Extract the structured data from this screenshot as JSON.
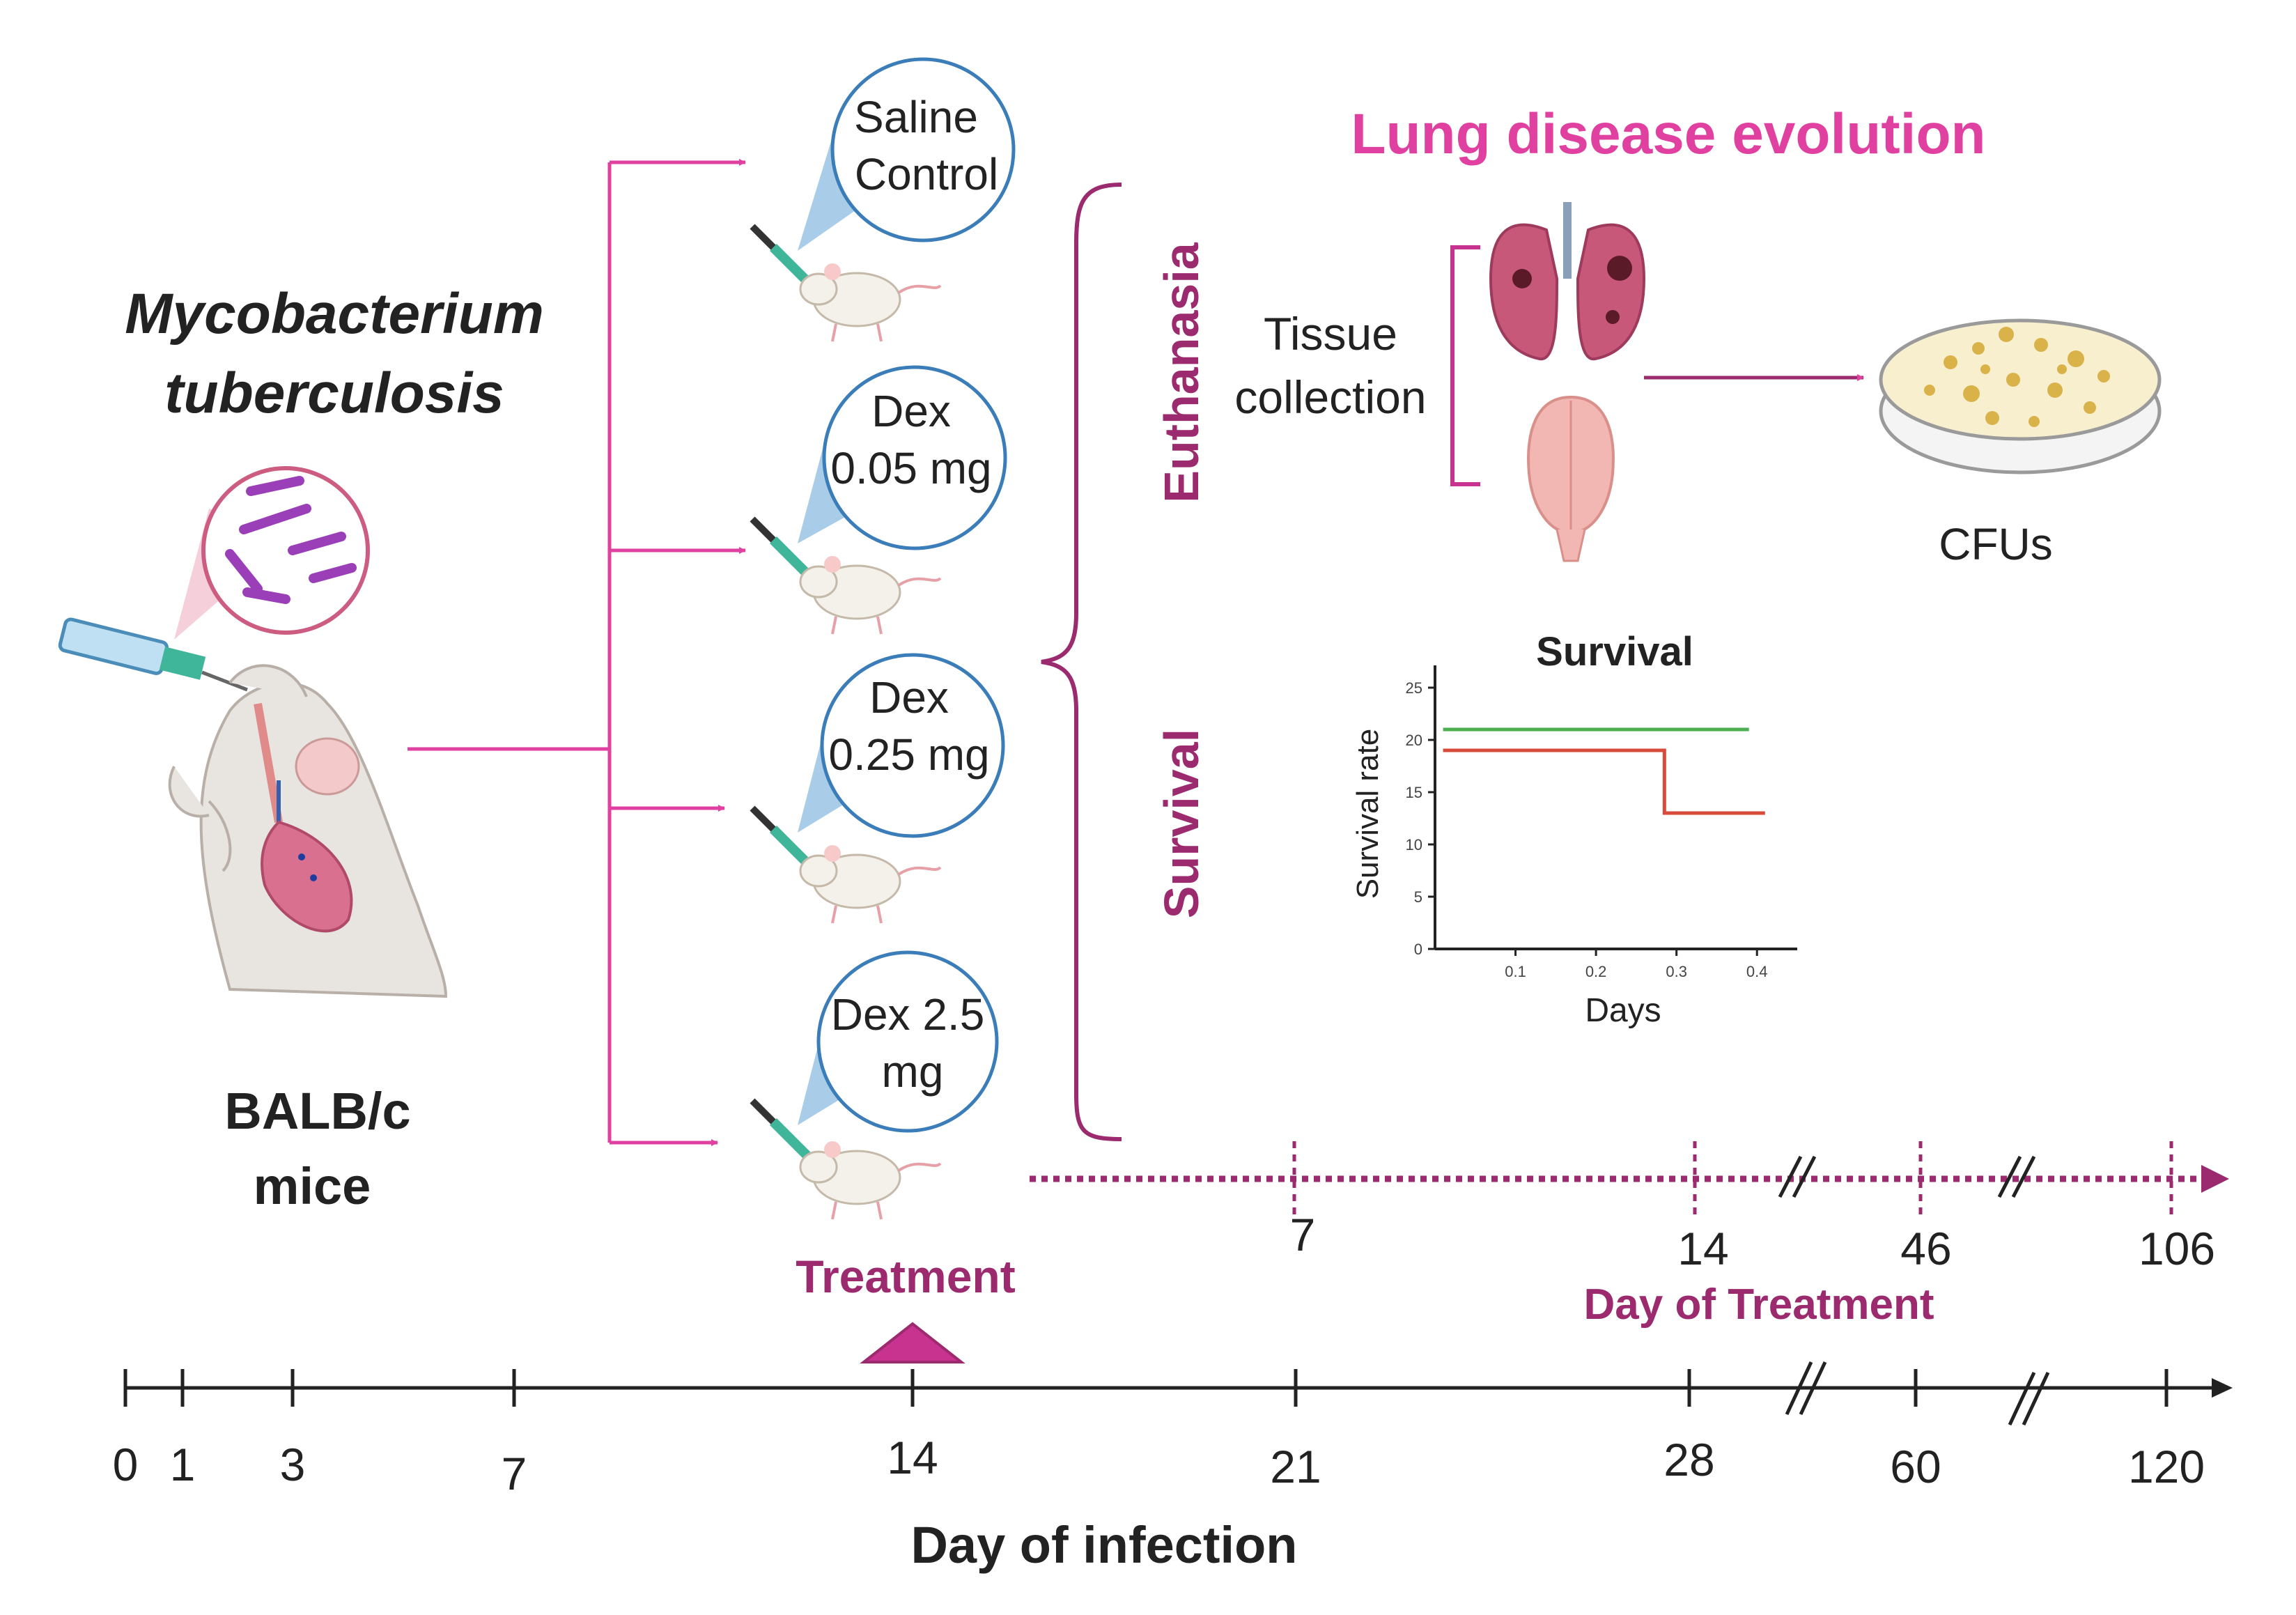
{
  "pathogen": {
    "line1": "Mycobacterium",
    "line2": "tuberculosis"
  },
  "host": {
    "line1": "BALB/c",
    "line2": "mice"
  },
  "groups": [
    {
      "line1": "Saline",
      "line2": "Control"
    },
    {
      "line1": "Dex",
      "line2": "0.05 mg"
    },
    {
      "line1": "Dex",
      "line2": "0.25 mg"
    },
    {
      "line1": "Dex 2.5",
      "line2": "mg"
    }
  ],
  "treatment_label": "Treatment",
  "euthanasia_label": "Euthanasia",
  "survival_label": "Survival",
  "lung_title": "Lung disease evolution",
  "tissue": {
    "line1": "Tissue",
    "line2": "collection"
  },
  "cfu_label": "CFUs",
  "chart_data": {
    "type": "line",
    "title": "Survival",
    "xlabel": "Days",
    "ylabel": "Survival rate",
    "xticks": [
      "0.1",
      "0.2",
      "0.3",
      "0.4"
    ],
    "yticks": [
      "0",
      "5",
      "10",
      "15",
      "20",
      "25"
    ],
    "ylim": [
      0,
      25
    ],
    "grid": false,
    "series": [
      {
        "color": "#4caf50",
        "x": [
          0.01,
          0.39
        ],
        "y": [
          21,
          21
        ]
      },
      {
        "color": "#d84a3a",
        "x": [
          0.01,
          0.285,
          0.285,
          0.41
        ],
        "y": [
          19,
          19,
          13,
          13
        ]
      }
    ]
  },
  "treatment_axis": {
    "ticks": [
      "7",
      "14",
      "46",
      "106"
    ],
    "label": "Day of Treatment"
  },
  "infection_axis": {
    "ticks": [
      "0",
      "1",
      "3",
      "7",
      "14",
      "21",
      "28",
      "60",
      "120"
    ],
    "label": "Day of infection"
  },
  "colors": {
    "pink": "#e040a0",
    "magenta": "#9b2a6e",
    "text": "#222222",
    "bubble": "#a9cde8"
  }
}
